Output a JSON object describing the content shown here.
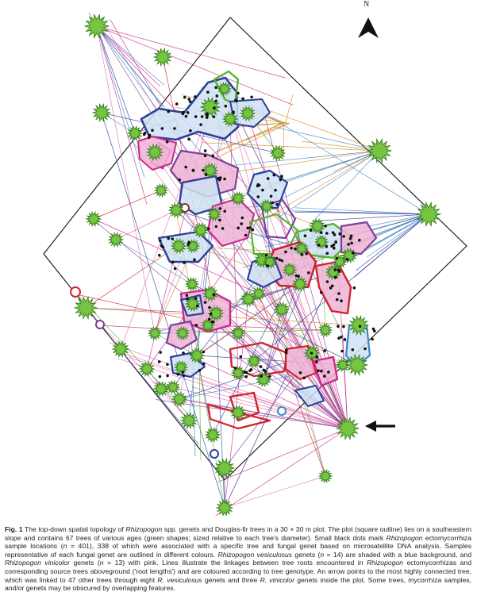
{
  "figure": {
    "north_label": "N",
    "colors": {
      "tree": "#76c442",
      "tree_edge": "#2f7a1a",
      "plot_outline": "#111111",
      "sample_dot": "#111111",
      "vesiculosus_fill": "#cfe2f3",
      "vinicolor_fill": "#efb4d6",
      "arrow": "#111111"
    },
    "genet_colors": [
      "#2c3f9a",
      "#d1222c",
      "#7c3f98",
      "#cc2a8a",
      "#58b42c",
      "#3a86c8",
      "#d6891f",
      "#1f8a82",
      "#7a3c1a",
      "#b5a12c",
      "#e06fb0"
    ],
    "link_colors": [
      "#3a86c8",
      "#d6891f",
      "#cc2a8a",
      "#7c3f98",
      "#d1222c",
      "#58b42c",
      "#2c3f9a",
      "#e06fb0"
    ]
  },
  "caption": {
    "fig_label": "Fig. 1",
    "segments": [
      {
        "t": " The top-down spatial topology of "
      },
      {
        "t": "Rhizopogon",
        "i": true
      },
      {
        "t": " spp. genets and Douglas-fir trees in a 30 × 30 m plot. The plot (square outline) lies on a southeastern slope and contains 67 trees of various ages (green shapes; sized relative to each tree's diameter). Small black dots mark "
      },
      {
        "t": "Rhizopogon",
        "i": true
      },
      {
        "t": " ectomycorrhiza sample locations ("
      },
      {
        "t": "n",
        "i": true
      },
      {
        "t": " = 401), 338 of which were associated with a specific tree and fungal genet based on microsatellite DNA analysis. Samples representative of each fungal genet are outlined in different colours. "
      },
      {
        "t": "Rhizopogon vesiculosus",
        "i": true
      },
      {
        "t": " genets ("
      },
      {
        "t": "n",
        "i": true
      },
      {
        "t": " = 14) are shaded with a blue background, and "
      },
      {
        "t": "Rhizopogon vinicolor",
        "i": true
      },
      {
        "t": " genets ("
      },
      {
        "t": "n",
        "i": true
      },
      {
        "t": " = 13) with pink. Lines illustrate the linkages between tree roots encountered in "
      },
      {
        "t": "Rhizopogon",
        "i": true
      },
      {
        "t": " ectomycorrhizas and corresponding source trees aboveground ('root lengths') and are coloured according to tree genotype. An arrow points to the most highly connected tree, which was linked to 47 other trees through eight "
      },
      {
        "t": "R. vesiculosus",
        "i": true
      },
      {
        "t": " genets and three "
      },
      {
        "t": "R. vinicolor",
        "i": true
      },
      {
        "t": " genets inside the plot. Some trees, mycorrhiza samples, and/or genets may be obscured by overlapping features."
      }
    ]
  }
}
